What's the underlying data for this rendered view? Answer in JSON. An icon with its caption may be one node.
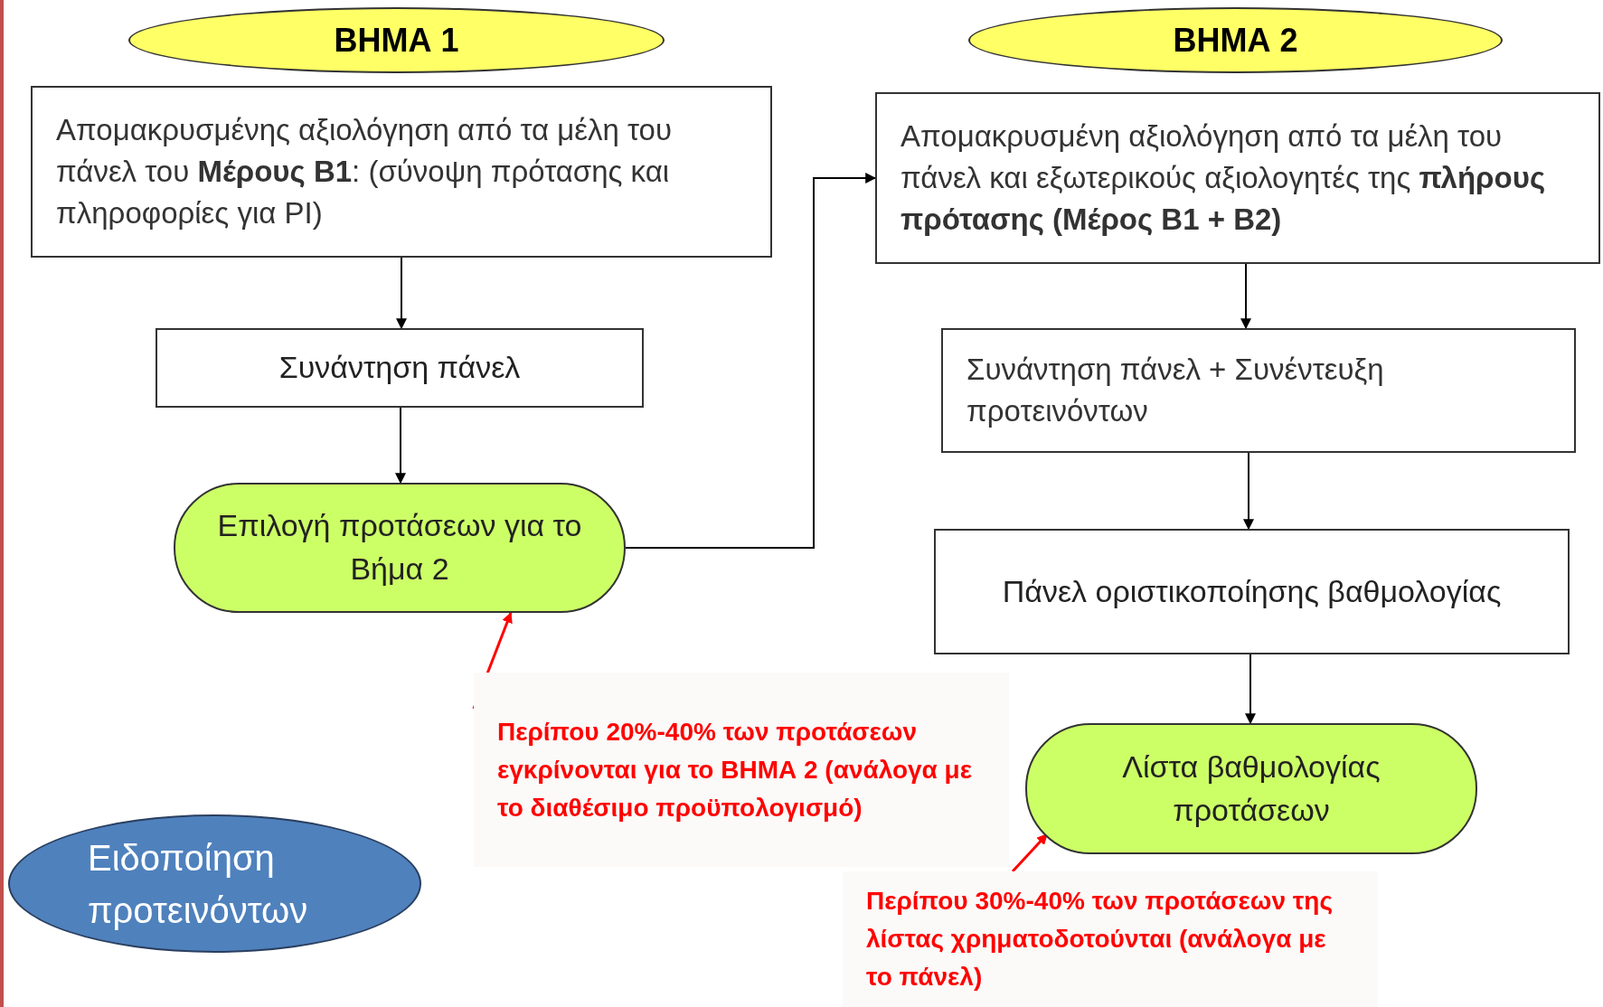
{
  "diagram": {
    "nodes": [
      {
        "text": [
          "ΒΗΜΑ 1"
        ]
      },
      {
        "text": [
          "ΒΗΜΑ 2"
        ]
      },
      {
        "text": [
          "Απομακρυσμένης αξιολόγηση από τα μέλη του πάνελ του **Μέρους Β1**: (σύνοψη πρότασης και πληροφορίες για PI)"
        ]
      },
      {
        "text": [
          "Συνάντηση πάνελ"
        ]
      },
      {
        "text": [
          "Επιλογή προτάσεων για το Βήμα 2"
        ]
      },
      {
        "text": [
          "Απομακρυσμένη αξιολόγηση από τα μέλη του πάνελ και εξωτερικούς αξιολογητές της **πλήρους πρότασης (Μέρος Β1 + Β2)**"
        ]
      },
      {
        "text": [
          "Συνάντηση πάνελ + Συνέντευξη προτεινόντων"
        ]
      },
      {
        "text": [
          "Πάνελ οριστικοποίησης βαθμολογίας"
        ]
      },
      {
        "text": [
          "Λίστα βαθμολογίας προτάσεων"
        ]
      },
      {
        "text": [
          "Περίπου 20%-40% των προτάσεων εγκρίνονται για το ΒΗΜΑ 2 (ανάλογα με το διαθέσιμο προϋπολογισμό)"
        ]
      },
      {
        "text": [
          "Ειδοποίηση προτεινόντων"
        ]
      },
      {
        "text": [
          "Περίπου 30%-40% των προτάσεων της λίστας χρηματοδοτούνται (ανάλογα με το πάνελ)"
        ]
      }
    ],
    "edges": [
      {
        "from": 2,
        "to": 3,
        "arrow": "to"
      },
      {
        "from": 3,
        "to": 4,
        "arrow": "to"
      },
      {
        "from": 4,
        "to": 5,
        "arrow": "to"
      },
      {
        "from": 5,
        "to": 6,
        "arrow": "to"
      },
      {
        "from": 6,
        "to": 7,
        "arrow": "to"
      },
      {
        "from": 7,
        "to": 8,
        "arrow": "to"
      },
      {
        "from": 9,
        "to": 4,
        "arrow": "to",
        "color": "#ff0000"
      },
      {
        "from": 11,
        "to": 8,
        "arrow": "to",
        "color": "#ff0000"
      }
    ]
  }
}
